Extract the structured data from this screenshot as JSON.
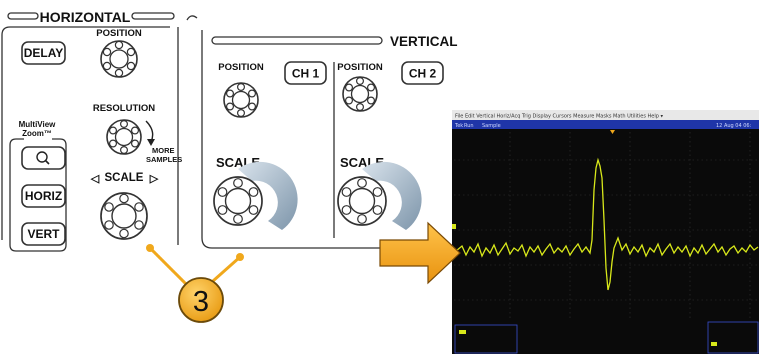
{
  "horizontal": {
    "title": "HORIZONTAL",
    "delay_button": "DELAY",
    "position_label": "POSITION",
    "resolution_label": "RESOLUTION",
    "more_samples_label": "MORE SAMPLES",
    "multiview_label": "MultiView Zoom™",
    "scale_label": "SCALE",
    "scale_left_arrow": "◁",
    "scale_right_arrow": "▷",
    "horiz_button": "HORIZ",
    "vert_button": "VERT"
  },
  "vertical": {
    "title": "VERTICAL",
    "ch1": {
      "position_label": "POSITION",
      "button": "CH 1",
      "scale_label": "SCALE"
    },
    "ch2": {
      "position_label": "POSITION",
      "button": "CH 2",
      "scale_label": "SCALE"
    }
  },
  "callout": {
    "number": "3",
    "color": "#f0a81c"
  },
  "scope": {
    "menu_text": "File  Edit  Vertical  Horiz/Acq  Trig  Display  Cursors  Measure  Masks  Math  Utilities  Help  ▾",
    "status_run": "Run",
    "status_mode": "Sample",
    "status_date": "12 Aug 04 06:",
    "waveform_color": "#d8e81a",
    "screen_color": "#0a0a0a"
  },
  "colors": {
    "arrow": "#f2a51a",
    "knob_arc": "#8aa3b8",
    "panel_line": "#333333"
  }
}
